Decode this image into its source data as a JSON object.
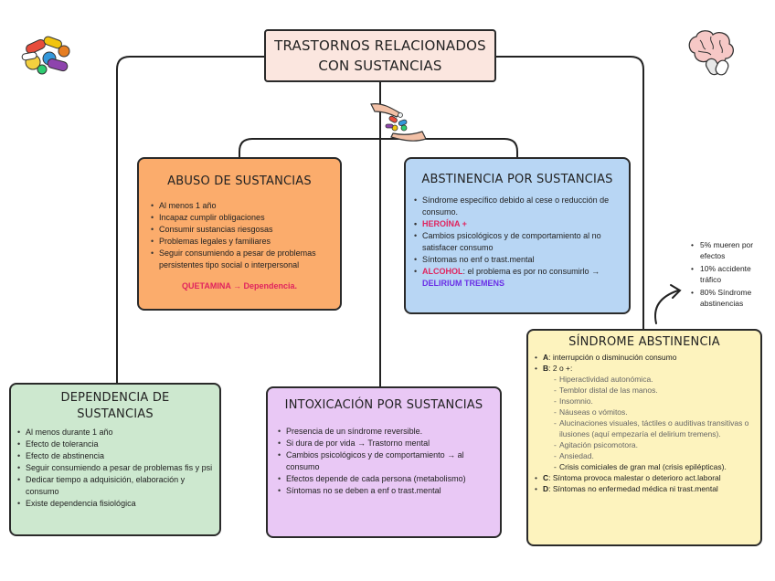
{
  "title": {
    "line1": "TRASTORNOS RELACIONADOS",
    "line2": "CON SUSTANCIAS"
  },
  "abuso": {
    "heading": "ABUSO DE SUSTANCIAS",
    "items": [
      "Al menos 1 año",
      "Incapaz cumplir obligaciones",
      "Consumir sustancias riesgosas",
      "Problemas legales y familiares",
      "Seguir consumiendo a pesar de problemas persistentes tipo social o interpersonal"
    ],
    "note": "QUETAMINA → Dependencia."
  },
  "abstinencia": {
    "heading": "ABSTINENCIA POR SUSTANCIAS",
    "item1": "Síndrome específico debido al cese o reducción de consumo.",
    "item2": "HEROÍNA +",
    "item3": "Cambios psicológicos y de comportamiento al no satisfacer consumo",
    "item4": "Síntomas no enf o trast.mental",
    "item5_red": "ALCOHOL",
    "item5_text": ": el problema es por no consumirlo →",
    "item5_purple": "DELIRIUM TREMENS"
  },
  "dependencia": {
    "heading_line1": "DEPENDENCIA DE",
    "heading_line2": "SUSTANCIAS",
    "items": [
      "Al menos durante 1 año",
      "Efecto de tolerancia",
      "Efecto de abstinencia",
      "Seguir consumiendo a pesar de problemas fis y psi",
      "Dedicar tiempo a adquisición, elaboración y consumo",
      "Existe dependencia fisiológica"
    ]
  },
  "intoxicacion": {
    "heading": "INTOXICACIÓN POR SUSTANCIAS",
    "items": [
      "Presencia de un síndrome reversible.",
      "Si dura de por vida → Trastorno mental",
      "Cambios psicológicos y de comportamiento → al consumo",
      "Efectos depende de cada persona (metabolismo)",
      "Síntomas no se deben a enf o trast.mental"
    ]
  },
  "sindrome": {
    "heading": "SÍNDROME ABSTINENCIA",
    "a_label": "A",
    "a_text": ": interrupción o disminución consumo",
    "b_label": "B",
    "b_text": ": 2 o +:",
    "b_items": [
      "Hiperactividad autonómica.",
      "Temblor distal de las manos.",
      "Insomnio.",
      "Náuseas o vómitos.",
      "Alucinaciones visuales, táctiles o auditivas transitivas o ilusiones (aquí empezaría el delirium tremens).",
      "Agitación psicomotora.",
      "Ansiedad."
    ],
    "b_last": "Crisis comiciales de gran mal (crisis epilépticas).",
    "c_label": "C",
    "c_text": ": Síntoma provoca malestar o deterioro act.laboral",
    "d_label": "D",
    "d_text": ": Síntomas no enfermedad médica ni trast.mental"
  },
  "stats": [
    "5% mueren por efectos",
    "10% accidente tráfico",
    "80% Síndrome abstinencias"
  ],
  "icons": {
    "pills": "pills-icon",
    "brain": "brain-pills-icon",
    "hands": "hands-pills-icon",
    "arrow": "curved-arrow-icon"
  },
  "colors": {
    "title_bg": "#fbe6df",
    "abuso_bg": "#fbac6c",
    "abstinencia_bg": "#b8d6f4",
    "dependencia_bg": "#cde8cf",
    "intoxicacion_bg": "#e9c8f5",
    "sindrome_bg": "#fdf3be"
  }
}
